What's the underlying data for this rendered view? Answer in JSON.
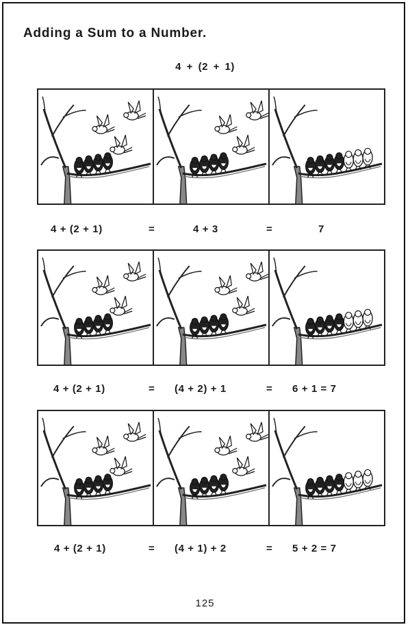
{
  "page": {
    "title": "Adding a Sum to a Number.",
    "expression": "4 + (2 + 1)",
    "page_number": "125"
  },
  "rows": [
    {
      "panels": [
        {
          "branch_birds": 4,
          "flying_birds": 3,
          "landed_birds": 0
        },
        {
          "branch_birds": 4,
          "flying_birds": 3,
          "landed_birds": 0
        },
        {
          "branch_birds": 7,
          "flying_birds": 0,
          "landed_birds": 3
        }
      ],
      "equation": [
        "4 + (2 + 1)",
        "=",
        "4 + 3",
        "=",
        "7"
      ]
    },
    {
      "panels": [
        {
          "branch_birds": 4,
          "flying_birds": 3,
          "landed_birds": 0
        },
        {
          "branch_birds": 4,
          "flying_birds": 3,
          "landed_birds": 0
        },
        {
          "branch_birds": 7,
          "flying_birds": 0,
          "landed_birds": 3
        }
      ],
      "equation": [
        "4 + (2 + 1)",
        "=",
        "(4 + 2) + 1",
        "=",
        "6 + 1 = 7"
      ]
    },
    {
      "panels": [
        {
          "branch_birds": 4,
          "flying_birds": 3,
          "landed_birds": 0
        },
        {
          "branch_birds": 4,
          "flying_birds": 3,
          "landed_birds": 0
        },
        {
          "branch_birds": 7,
          "flying_birds": 0,
          "landed_birds": 3
        }
      ],
      "equation": [
        "4 + (2 + 1)",
        "=",
        "(4 + 1) + 2",
        "=",
        "5 + 2 = 7"
      ]
    }
  ]
}
